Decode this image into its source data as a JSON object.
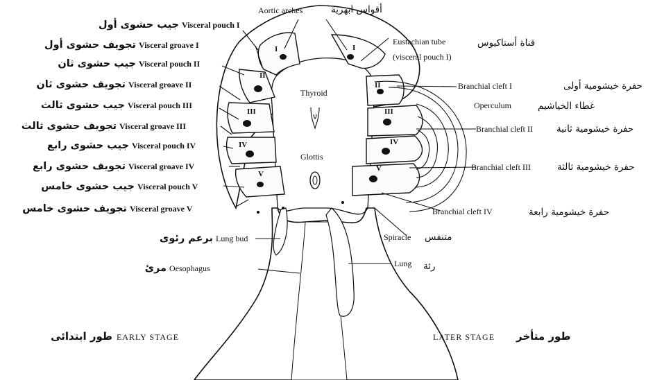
{
  "labels": {
    "aortic_arches_en": "Aortic arches",
    "aortic_arches_ar": "أقواس ابهرية",
    "thyroid_en": "Thyroid",
    "glottis_en": "Glottis",
    "eustachian_en": "Eustachian tube",
    "eustachian_sub_en": "(visceral pouch I)",
    "eustachian_ar": "قناة أستاكيوس",
    "left": [
      {
        "ar": "جيب حشوى أول",
        "en": "Visceral pouch I"
      },
      {
        "ar": "تجويف حشوى أول",
        "en": "Visceral groave I"
      },
      {
        "ar": "جيب حشوى ثان",
        "en": "Visceral pouch II"
      },
      {
        "ar": "تجويف حشوى ثان",
        "en": "Visceral groave II"
      },
      {
        "ar": "جيب حشوى ثالث",
        "en": "Visceral pouch III"
      },
      {
        "ar": "تجويف حشوى ثالث",
        "en": "Visceral groave III"
      },
      {
        "ar": "جيب حشوى رابع",
        "en": "Visceral pouch IV"
      },
      {
        "ar": "تجويف حشوى رابع",
        "en": "Visceral groave IV"
      },
      {
        "ar": "جيب حشوى خامس",
        "en": "Visceral pouch V"
      },
      {
        "ar": "تجويف حشوى خامس",
        "en": "Visceral groave V"
      },
      {
        "ar": "برعم رئوى",
        "en": "Lung bud"
      },
      {
        "ar": "مرئ",
        "en": "Oesophagus"
      }
    ],
    "right": [
      {
        "ar": "حفرة خيشومية أولى",
        "en": "Branchial cleft I"
      },
      {
        "ar": "غطاء الخياشيم",
        "en": "Operculum"
      },
      {
        "ar": "حفرة خيشومية ثانية",
        "en": "Branchial cleft II"
      },
      {
        "ar": "حفرة خيشومية ثالثة",
        "en": "Branchial cleft III"
      },
      {
        "ar": "حفرة خيشومية رابعة",
        "en": "Branchial cleft IV"
      },
      {
        "ar": "متنفس",
        "en": "Spiracle"
      },
      {
        "ar": "رئة",
        "en": "Lung"
      }
    ],
    "early_stage_en": "EARLY STAGE",
    "early_stage_ar": "طور ابتدائى",
    "later_stage_en": "LATER STAGE",
    "later_stage_ar": "طور متأخر"
  },
  "numerals": {
    "left": [
      "I",
      "II",
      "III",
      "IV",
      "V"
    ],
    "right": [
      "I",
      "II",
      "III",
      "IV",
      "V"
    ]
  }
}
